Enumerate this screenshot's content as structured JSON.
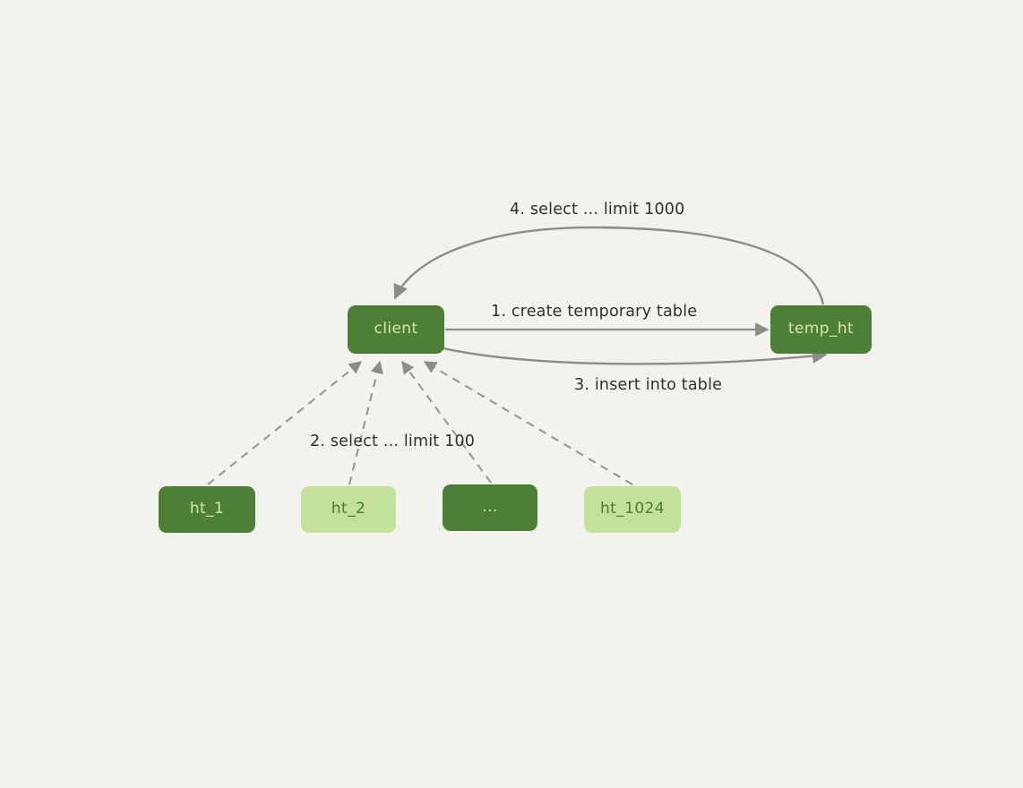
{
  "diagram": {
    "title": "client temporary table flow",
    "background_color": "#f4f2ec",
    "edge_color": "#8c8c88",
    "colors": {
      "node_dark_fill": "#4e7f36",
      "node_dark_text": "#cfe8b4",
      "node_light_fill": "#c3e198",
      "node_light_text": "#4a7c35",
      "label_text": "#2f2f2f"
    }
  },
  "nodes": {
    "client": {
      "label": "client",
      "style": "dark"
    },
    "temp_ht": {
      "label": "temp_ht",
      "style": "dark"
    },
    "shards": [
      {
        "label": "ht_1",
        "style": "dark"
      },
      {
        "label": "ht_2",
        "style": "light"
      },
      {
        "label": "...",
        "style": "dark"
      },
      {
        "label": "ht_1024",
        "style": "light"
      }
    ]
  },
  "edges": [
    {
      "id": "step1",
      "label": "1. create temporary table",
      "from": "client",
      "to": "temp_ht",
      "style": "solid"
    },
    {
      "id": "step2",
      "label": "2. select ... limit 100",
      "from": "shards",
      "to": "client",
      "style": "dashed"
    },
    {
      "id": "step3",
      "label": "3. insert into table",
      "from": "client",
      "to": "temp_ht",
      "style": "solid"
    },
    {
      "id": "step4",
      "label": "4. select ... limit 1000",
      "from": "temp_ht",
      "to": "client",
      "style": "solid"
    }
  ]
}
